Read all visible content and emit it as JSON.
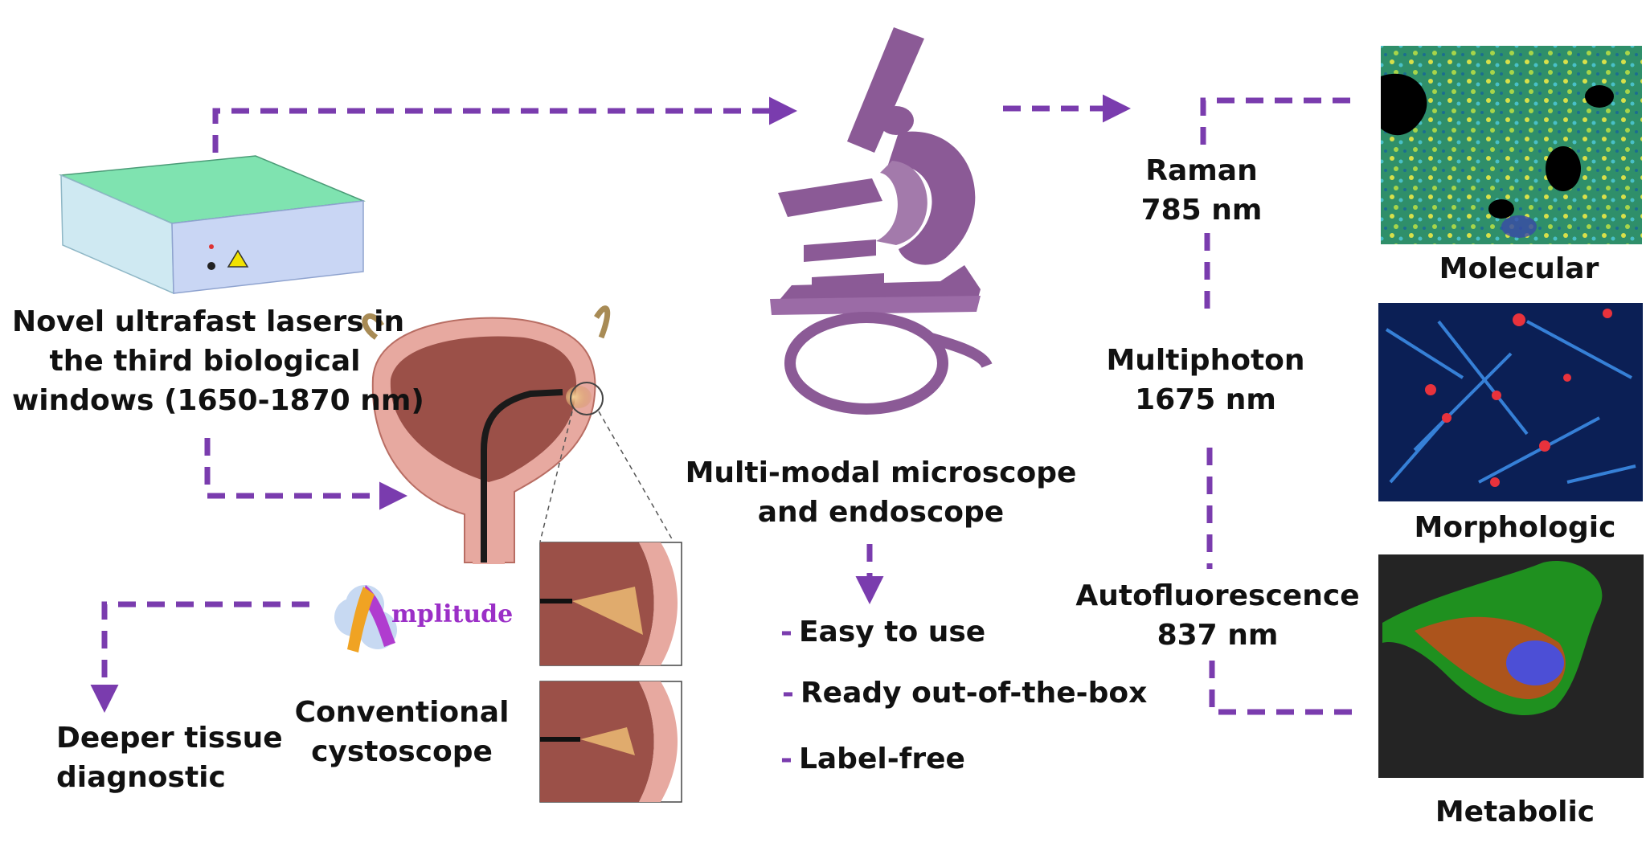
{
  "laser": {
    "line1": "Novel ultrafast lasers in",
    "line2": "the third biological",
    "line3": "windows (1650-1870 nm)"
  },
  "microscope": {
    "line1": "Multi-modal microscope",
    "line2": "and endoscope"
  },
  "benefits": [
    "Easy to use",
    "Ready out-of-the-box",
    "Label-free"
  ],
  "bullet_mark": "-",
  "modalities": [
    {
      "name": "Raman",
      "wavelength": "785 nm",
      "image_label": "Molecular"
    },
    {
      "name": "Multiphoton",
      "wavelength": "1675 nm",
      "image_label": "Morphologic"
    },
    {
      "name": "Autofluorescence",
      "wavelength": "837 nm",
      "image_label": "Metabolic"
    }
  ],
  "cystoscope": {
    "line1": "Conventional",
    "line2": "cystoscope"
  },
  "diagnostic": {
    "line1": "Deeper tissue",
    "line2": "diagnostic"
  },
  "logo_text": "Amplitude",
  "colors": {
    "arrow": "#7a3cae",
    "microscope": "#8b5a96",
    "laser_top": "#7fe3b0",
    "laser_side": "#c9d6f4",
    "bladder_outer": "#e7a9a0",
    "bladder_inner": "#9b5048",
    "molecular_bg": "#2f8f6a",
    "morphologic_bg": "#0b1f55",
    "metabolic_bg": "#242424"
  }
}
